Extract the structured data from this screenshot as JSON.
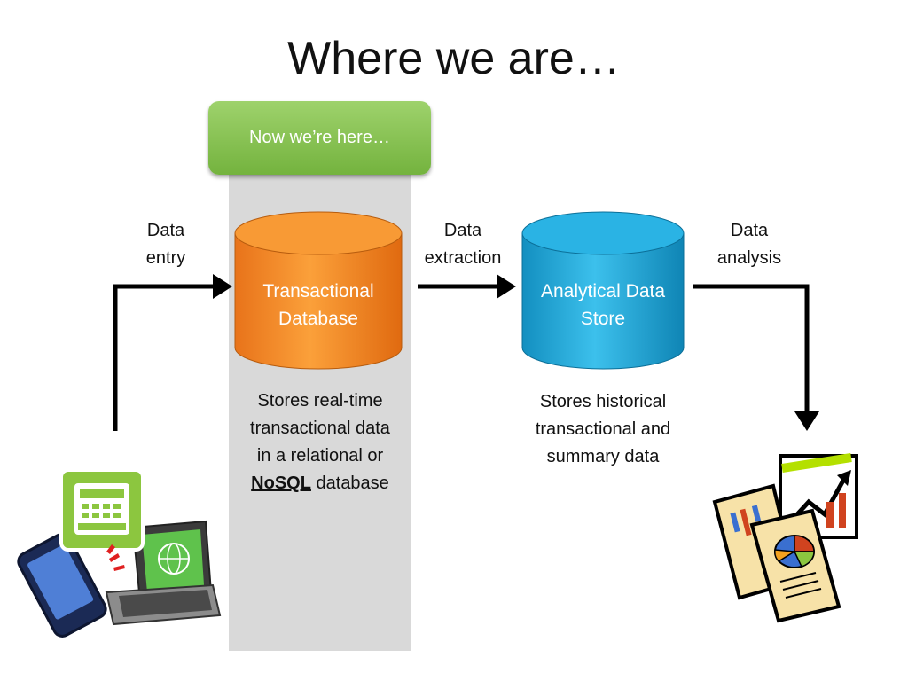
{
  "title": "Where we are…",
  "marker": {
    "label": "Now we’re here…"
  },
  "steps": {
    "entry_line1": "Data",
    "entry_line2": "entry",
    "extraction_line1": "Data",
    "extraction_line2": "extraction",
    "analysis_line1": "Data",
    "analysis_line2": "analysis"
  },
  "transactional": {
    "name_line1": "Transactional",
    "name_line2": "Database",
    "desc_line1": "Stores real-time",
    "desc_line2": "transactional data",
    "desc_line3": "in a relational or",
    "desc_emphasis": "NoSQL",
    "desc_line4_rest": " database",
    "color": "#f4891f"
  },
  "analytical": {
    "name_line1": "Analytical Data",
    "name_line2": "Store",
    "desc_line1": "Stores historical",
    "desc_line2": "transactional and",
    "desc_line3": "summary data",
    "color": "#1aa6d8"
  },
  "colors": {
    "accent_green": "#7dbb44",
    "band_gray": "#d9d9d9",
    "arrow": "#000000"
  },
  "icons": {
    "source": [
      "cash-register-icon",
      "mobile-phone-icon",
      "laptop-icon"
    ],
    "output": [
      "report-documents-icon",
      "pie-chart-icon",
      "trend-chart-icon"
    ]
  }
}
